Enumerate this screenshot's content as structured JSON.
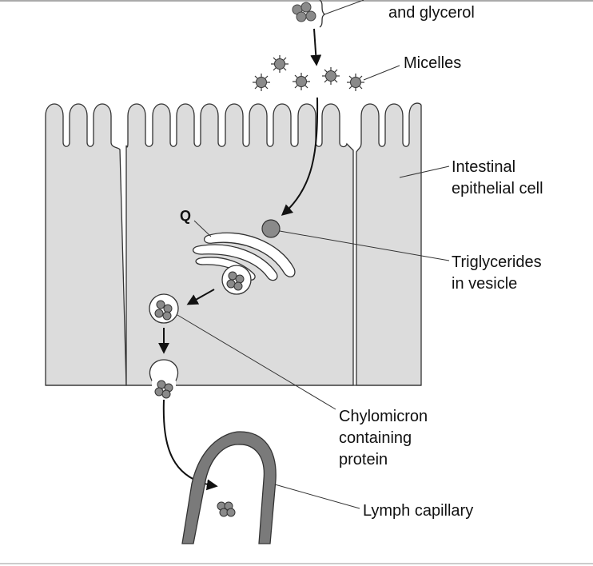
{
  "labels": {
    "fatty_acids_glycerol": "and glycerol",
    "micelles": "Micelles",
    "intestinal_cell_line1": "Intestinal",
    "intestinal_cell_line2": "epithelial cell",
    "q_marker": "Q",
    "triglycerides_line1": "Triglycerides",
    "triglycerides_line2": "in vesicle",
    "chylomicron_line1": "Chylomicron",
    "chylomicron_line2": "containing",
    "chylomicron_line3": "protein",
    "lymph_capillary": "Lymph capillary"
  },
  "colors": {
    "cell_fill": "#dcdcdc",
    "particle_fill": "#808080",
    "capillary_fill": "#7a7a7a",
    "outline": "#333333"
  }
}
